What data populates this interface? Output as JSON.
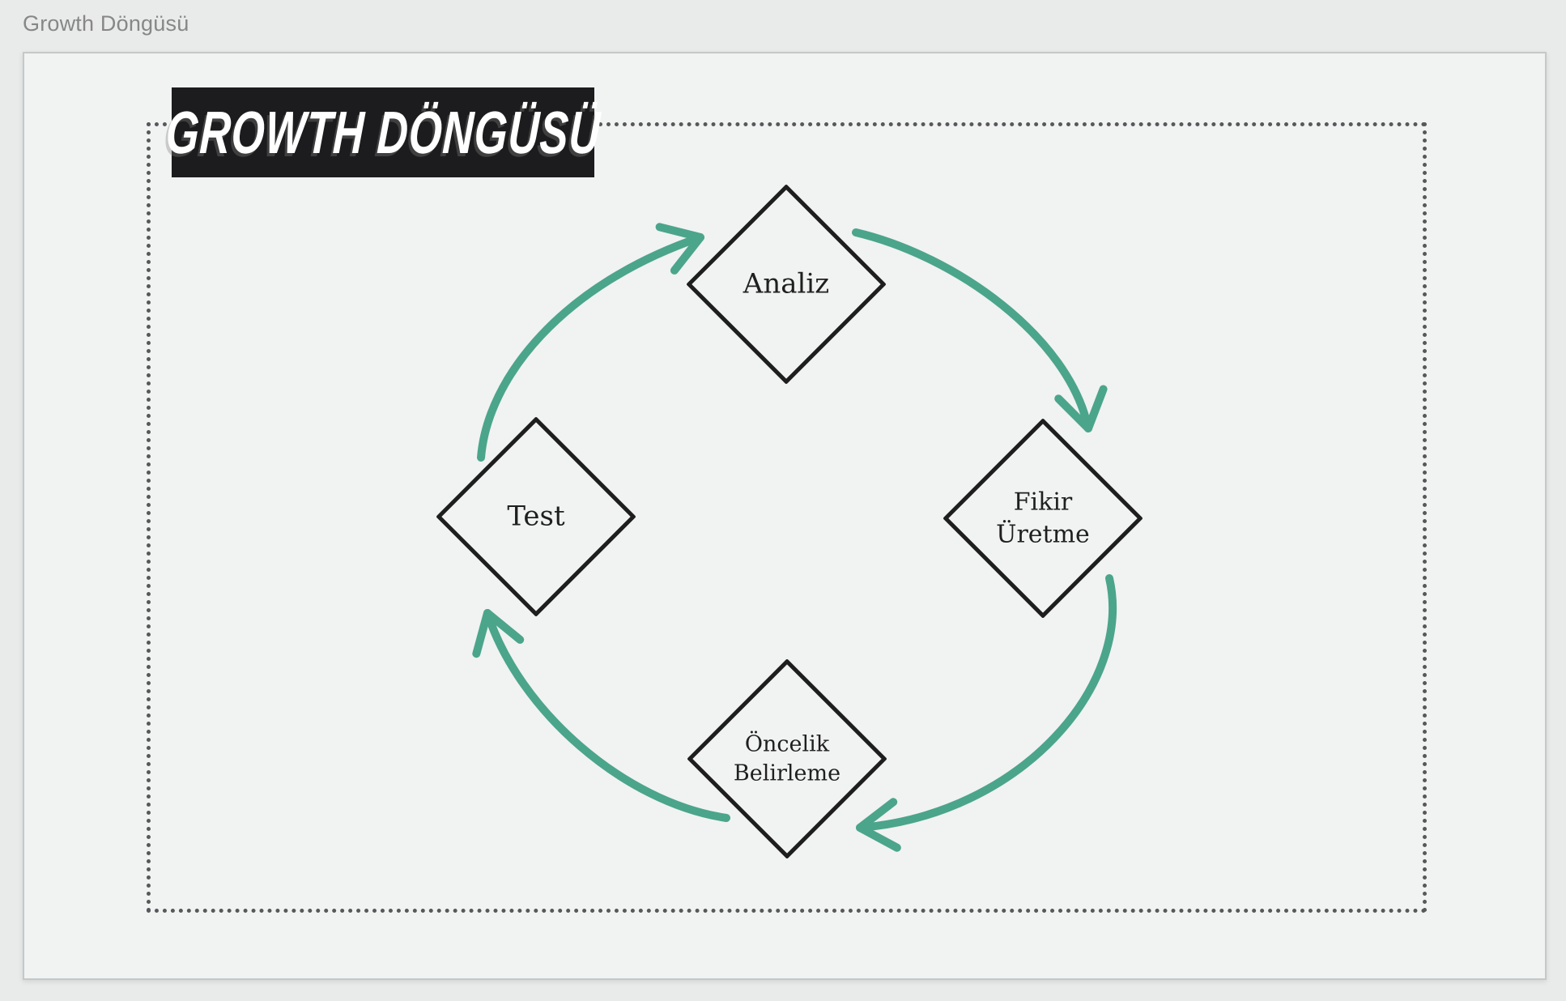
{
  "page": {
    "title": "Growth Döngüsü",
    "background_color": "#e9eaea"
  },
  "canvas": {
    "background_color": "#f1f2f2",
    "border_color": "#c5c8c8"
  },
  "banner": {
    "text": "GROWTH DÖNGÜSÜ",
    "background_color": "#1c1c1e",
    "text_color": "#ffffff"
  },
  "dotted_frame": {
    "color": "#58585a"
  },
  "diagram": {
    "shape_stroke_color": "#1e1e1e",
    "arrow_color": "#4BA58A",
    "nodes": [
      {
        "id": "analiz",
        "label": "Analiz",
        "position": "top"
      },
      {
        "id": "fikir",
        "label": "Fikir Üretme",
        "position": "right"
      },
      {
        "id": "oncelik",
        "label": "Öncelik Belirleme",
        "position": "bottom"
      },
      {
        "id": "test",
        "label": "Test",
        "position": "left"
      }
    ],
    "arrows": [
      {
        "from": "test",
        "to": "analiz"
      },
      {
        "from": "analiz",
        "to": "fikir"
      },
      {
        "from": "fikir",
        "to": "oncelik"
      },
      {
        "from": "oncelik",
        "to": "test"
      }
    ]
  }
}
